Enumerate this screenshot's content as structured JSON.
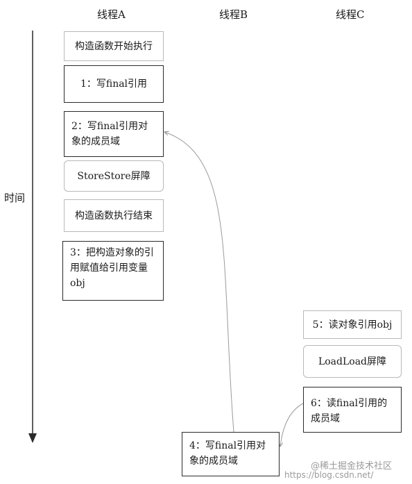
{
  "headers": {
    "a": "线程A",
    "b": "线程B",
    "c": "线程C"
  },
  "time_label": "时间",
  "thread_a": {
    "ctor_start": "构造函数开始执行",
    "step1": "1：写final引用",
    "step2": "2：写final引用对象的成员域",
    "storestore": "StoreStore屏障",
    "ctor_end": "构造函数执行结束",
    "step3": "3：把构造对象的引用赋值给引用变量obj"
  },
  "thread_c": {
    "step5": "5：读对象引用obj",
    "loadload": "LoadLoad屏障",
    "step6": "6：读final引用的成员域"
  },
  "thread_b": {
    "step4": "4：写final引用对象的成员域"
  },
  "watermark": {
    "brand": "@稀土掘金技术社区",
    "url": "https://blog.csdn.net/"
  }
}
